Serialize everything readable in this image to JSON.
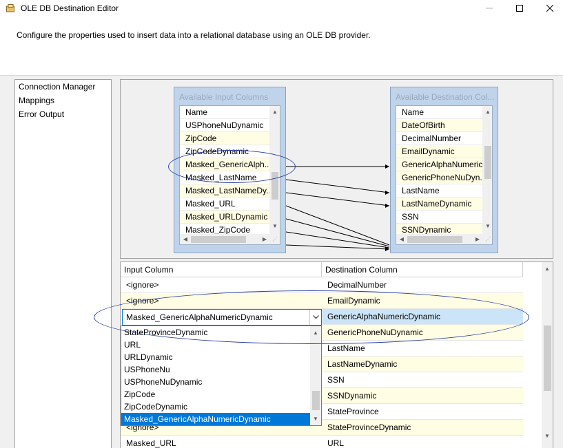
{
  "window": {
    "title": "OLE DB Destination Editor",
    "minimize_glyph": "—",
    "maximize_glyph": "☐",
    "close_glyph": "✕"
  },
  "header": {
    "description": "Configure the properties used to insert data into a relational database using an OLE DB provider."
  },
  "nav": {
    "items": [
      "Connection Manager",
      "Mappings",
      "Error Output"
    ]
  },
  "input_box": {
    "title": "Available Input Columns",
    "header": "Name",
    "rows": [
      "USPhoneNuDynamic",
      "ZipCode",
      "ZipCodeDynamic",
      "Masked_GenericAlph...",
      "Masked_LastName",
      "Masked_LastNameDy...",
      "Masked_URL",
      "Masked_URLDynamic",
      "Masked_ZipCode"
    ]
  },
  "dest_box": {
    "title": "Available Destination Col...",
    "header": "Name",
    "rows": [
      "DateOfBirth",
      "DecimalNumber",
      "EmailDynamic",
      "GenericAlphaNumeric...",
      "GenericPhoneNuDyn...",
      "LastName",
      "LastNameDynamic",
      "SSN",
      "SSNDynamic"
    ]
  },
  "grid": {
    "headers": {
      "input": "Input Column",
      "destination": "Destination Column"
    },
    "input_values": [
      "<ignore>",
      "<ignore>"
    ],
    "input_bottom": [
      "<ignore>",
      "Masked_URL"
    ],
    "destination_values": [
      "DecimalNumber",
      "EmailDynamic",
      "GenericAlphaNumericDynamic",
      "GenericPhoneNuDynamic",
      "LastName",
      "LastNameDynamic",
      "SSN",
      "SSNDynamic",
      "StateProvince",
      "StateProvinceDynamic",
      "URL"
    ]
  },
  "combo": {
    "value": "Masked_GenericAlphaNumericDynamic"
  },
  "dropdown": {
    "options": [
      "StateProvinceDynamic",
      "URL",
      "URLDynamic",
      "USPhoneNu",
      "USPhoneNuDynamic",
      "ZipCode",
      "ZipCodeDynamic",
      "Masked_GenericAlphaNumericDynamic"
    ],
    "selected": "Masked_GenericAlphaNumericDynamic"
  },
  "icons": {
    "app": "ssis-destination-icon",
    "arrow_up": "▲",
    "arrow_down": "▼",
    "arrow_left": "◀",
    "arrow_right": "▶",
    "grip": "⋰"
  },
  "colors": {
    "accent": "#0078d7",
    "highlight_row": "#fffde3",
    "box_fill": "#bfd3ea",
    "annotation": "#2b3fa0"
  }
}
